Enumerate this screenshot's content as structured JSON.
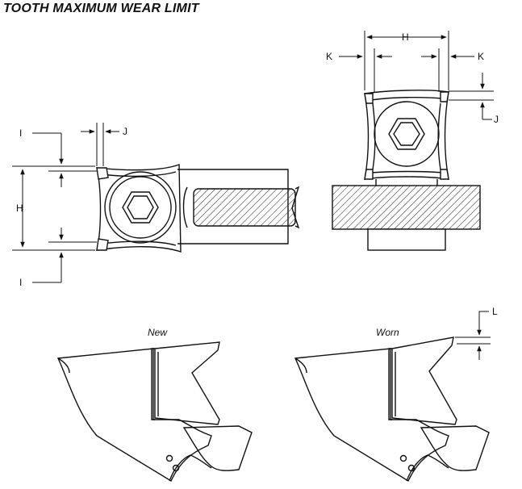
{
  "title": "TOOTH MAXIMUM WEAR LIMIT",
  "labels": {
    "H": "H",
    "I": "I",
    "J": "J",
    "K": "K",
    "L": "L"
  },
  "captions": {
    "new": "New",
    "worn": "Worn"
  }
}
